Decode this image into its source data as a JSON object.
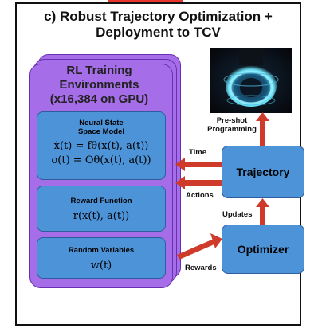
{
  "title": {
    "line1": "c) Robust Trajectory Optimization +",
    "line2": "Deployment to TCV"
  },
  "rl_box": {
    "line1": "RL Training",
    "line2": "Environments",
    "line3": "(x16,384 on GPU)"
  },
  "state_space_model": {
    "line1": "Neural State",
    "line2": "Space Model",
    "eq1": "ẋ(t) = fθ(x(t), a(t))",
    "eq2": "o(t) = Oθ(x(t), a(t))"
  },
  "reward_function": {
    "label": "Reward Function",
    "eq": "r(x(t), a(t))"
  },
  "random_variables": {
    "label": "Random Variables",
    "eq": "w(t)"
  },
  "trajectory": {
    "label": "Trajectory"
  },
  "optimizer": {
    "label": "Optimizer"
  },
  "labels": {
    "preshot_line1": "Pre-shot",
    "preshot_line2": "Programming",
    "time": "Time",
    "actions": "Actions",
    "updates": "Updates",
    "rewards": "Rewards"
  },
  "colors": {
    "purple_fill": "#a66de8",
    "blue_fill": "#4d93d8",
    "arrow_red": "#cf3b2a"
  }
}
